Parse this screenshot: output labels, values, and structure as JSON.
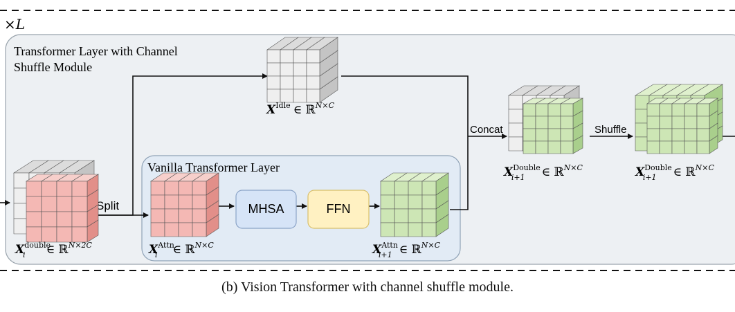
{
  "repeat_marker": "×L",
  "outer_block": {
    "title_line1": "Transformer Layer with Channel",
    "title_line2": "Shuffle Module"
  },
  "inner_block": {
    "title": "Vanilla Transformer Layer"
  },
  "edges": {
    "split": "Split",
    "concat": "Concat",
    "shuffle": "Shuffle"
  },
  "modules": {
    "mhsa": "MHSA",
    "ffn": "FFN"
  },
  "tensors": {
    "input": {
      "symbol": "X",
      "sup": "double",
      "sub": "i",
      "space": "∈ ℝ",
      "dims": "N×2C"
    },
    "idle": {
      "symbol": "X",
      "sup": "Idle",
      "sub": "",
      "space": "∈ ℝ",
      "dims": "N×C"
    },
    "attn_in": {
      "symbol": "X",
      "sup": "Attn",
      "sub": "i",
      "space": "∈ ℝ",
      "dims": "N×C"
    },
    "attn_out": {
      "symbol": "X",
      "sup": "Attn",
      "sub": "i+1",
      "space": "∈ ℝ",
      "dims": "N×C"
    },
    "concat": {
      "symbol": "X",
      "sup": "Double",
      "sub": "i+1",
      "space": "∈ ℝ",
      "dims": "N×C"
    },
    "shuffled": {
      "symbol": "X",
      "sup": "Double",
      "sub": "i+1",
      "space": "∈ ℝ",
      "dims": "N×C"
    }
  },
  "caption": "(b) Vision Transformer with channel shuffle module.",
  "colors": {
    "gray_face": "#efefef",
    "gray_top": "#dcdcdc",
    "gray_side": "#c4c4c4",
    "red_face": "#f4b8b4",
    "red_top": "#f7cfcb",
    "red_side": "#e28f89",
    "green_face": "#cde6b5",
    "green_top": "#dff0cd",
    "green_side": "#a9cf8c",
    "outer_bg": "#edf0f3",
    "inner_bg": "#e2ebf5",
    "mhsa_bg": "#d6e4f7",
    "ffn_bg": "#fff1c2"
  }
}
